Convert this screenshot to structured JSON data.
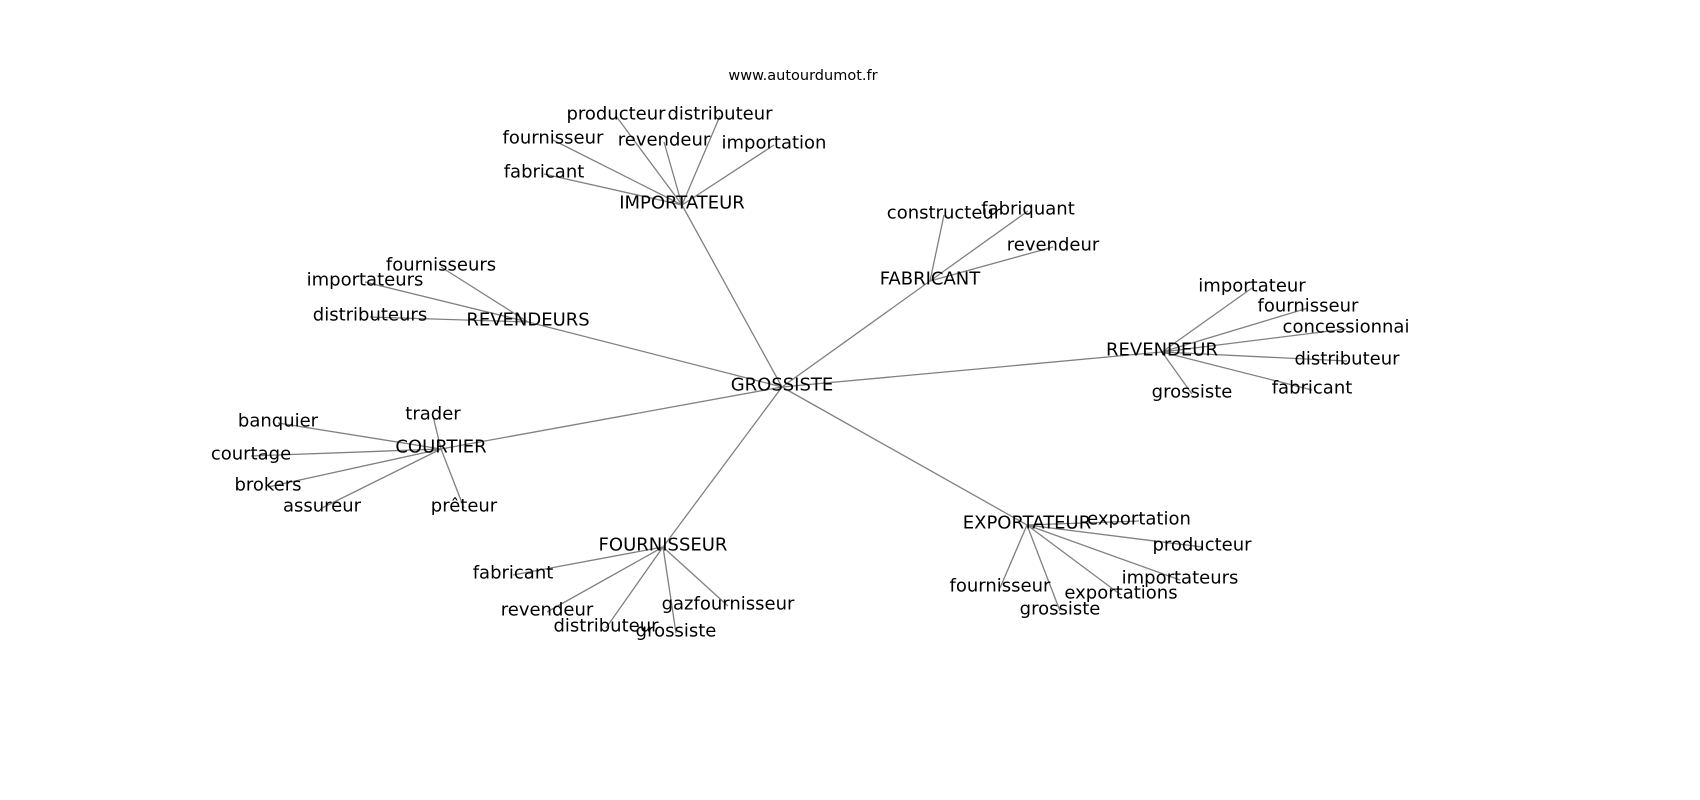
{
  "title": "www.autourdumot.fr",
  "graph": {
    "center": "GROSSISTE",
    "hubs": [
      {
        "label": "IMPORTATEUR",
        "children": [
          "producteur",
          "distributeur",
          "fournisseur",
          "revendeur",
          "importation",
          "fabricant"
        ]
      },
      {
        "label": "FABRICANT",
        "children": [
          "constructeur",
          "fabriquant",
          "revendeur"
        ]
      },
      {
        "label": "REVENDEURS",
        "children": [
          "fournisseurs",
          "importateurs",
          "distributeurs"
        ]
      },
      {
        "label": "REVENDEUR",
        "children": [
          "importateur",
          "fournisseur",
          "concessionnai",
          "distributeur",
          "grossiste",
          "fabricant"
        ]
      },
      {
        "label": "COURTIER",
        "children": [
          "trader",
          "banquier",
          "courtage",
          "brokers",
          "assureur",
          "prêteur"
        ]
      },
      {
        "label": "FOURNISSEUR",
        "children": [
          "fabricant",
          "revendeur",
          "distributeur",
          "grossiste",
          "gazfournisseur"
        ]
      },
      {
        "label": "EXPORTATEUR",
        "children": [
          "exportation",
          "producteur",
          "importateurs",
          "exportations",
          "fournisseur",
          "grossiste"
        ]
      }
    ]
  }
}
